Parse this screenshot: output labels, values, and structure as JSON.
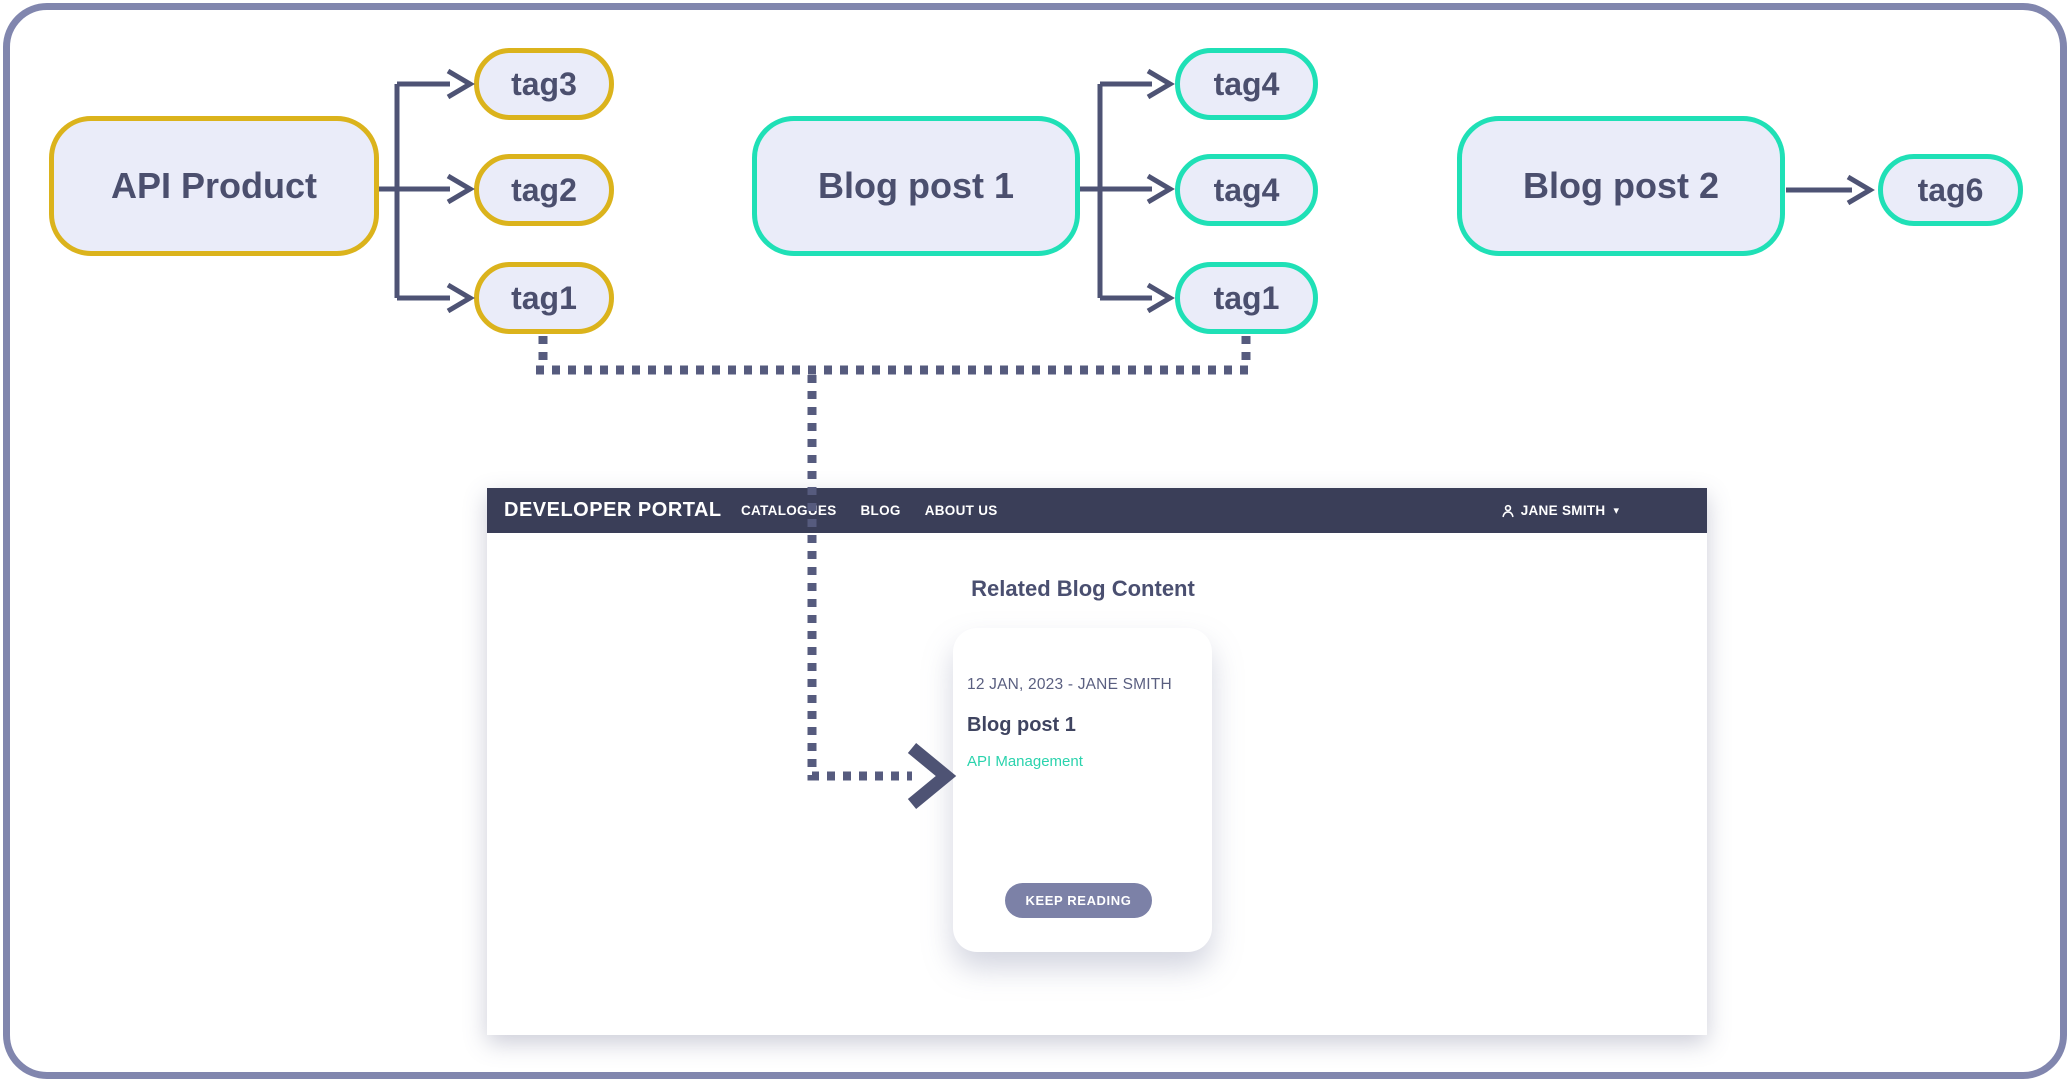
{
  "diagram": {
    "groups": [
      {
        "id": "api-product",
        "label": "API Product",
        "accent_color": "#dbb31c",
        "tags": [
          "tag3",
          "tag2",
          "tag1"
        ]
      },
      {
        "id": "blog-post-1",
        "label": "Blog post 1",
        "accent_color": "#1fe0b6",
        "tags": [
          "tag4",
          "tag4",
          "tag1"
        ]
      },
      {
        "id": "blog-post-2",
        "label": "Blog post 2",
        "accent_color": "#1fe0b6",
        "tags": [
          "tag6"
        ]
      }
    ],
    "node_fill": "#eaecf9",
    "node_text_color": "#4b4f6e",
    "connector_color": "#4e5374",
    "dotted_color": "#565b7e",
    "frame_border_color": "#8186ae"
  },
  "portal": {
    "brand": "DEVELOPER PORTAL",
    "nav_items": [
      "CATALOGUES",
      "BLOG",
      "ABOUT US"
    ],
    "user_menu": {
      "name": "JANE SMITH",
      "icons": [
        "user-icon",
        "caret-down-icon"
      ]
    },
    "navbar_color": "#3a3e58",
    "page": {
      "heading": "Related Blog Content",
      "card": {
        "meta": "12 JAN, 2023 - JANE SMITH",
        "title": "Blog post 1",
        "tag_link": "API Management",
        "tag_link_color": "#2bd3ad",
        "button_label": "KEEP READING",
        "button_color": "#7c81a7"
      }
    }
  }
}
